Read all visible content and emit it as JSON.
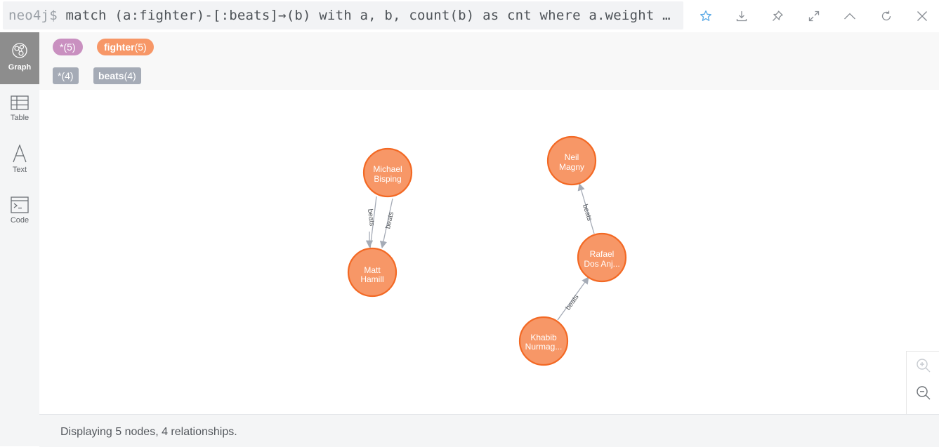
{
  "query": {
    "prompt": "neo4j$",
    "text": "match (a:fighter)-[:beats]→(b) with a, b, count(b) as cnt where a.weight …"
  },
  "toolbar": {
    "icons": [
      "star-icon",
      "download-icon",
      "pin-icon",
      "expand-icon",
      "collapse-up-icon",
      "refresh-icon",
      "close-icon"
    ]
  },
  "sidebar": {
    "items": [
      {
        "label": "Graph",
        "icon": "graph-icon",
        "active": true
      },
      {
        "label": "Table",
        "icon": "table-icon",
        "active": false
      },
      {
        "label": "Text",
        "icon": "text-icon",
        "active": false
      },
      {
        "label": "Code",
        "icon": "code-icon",
        "active": false
      }
    ]
  },
  "legend": {
    "node_all": "*(5)",
    "node_label": "fighter",
    "node_label_count": "(5)",
    "rel_all": "*(4)",
    "rel_type": "beats",
    "rel_type_count": "(4)",
    "colors": {
      "node_all": "#c990c0",
      "fighter": "#f79767",
      "rel": "#a5abb6"
    }
  },
  "graph": {
    "node_color": "#f79767",
    "node_border": "#f36924",
    "nodes": [
      {
        "id": "michael",
        "line1": "Michael",
        "line2": "Bisping"
      },
      {
        "id": "matt",
        "line1": "Matt",
        "line2": "Hamill"
      },
      {
        "id": "neil",
        "line1": "Neil",
        "line2": "Magny"
      },
      {
        "id": "rafael",
        "line1": "Rafael",
        "line2": "Dos Anj..."
      },
      {
        "id": "khabib",
        "line1": "Khabib",
        "line2": "Nurmag..."
      }
    ],
    "relationships": [
      {
        "from": "michael",
        "to": "matt",
        "label": "beats"
      },
      {
        "from": "michael",
        "to": "matt",
        "label": "beats"
      },
      {
        "from": "rafael",
        "to": "neil",
        "label": "beats"
      },
      {
        "from": "khabib",
        "to": "rafael",
        "label": "beats"
      }
    ]
  },
  "status": {
    "text": "Displaying 5 nodes, 4 relationships."
  }
}
